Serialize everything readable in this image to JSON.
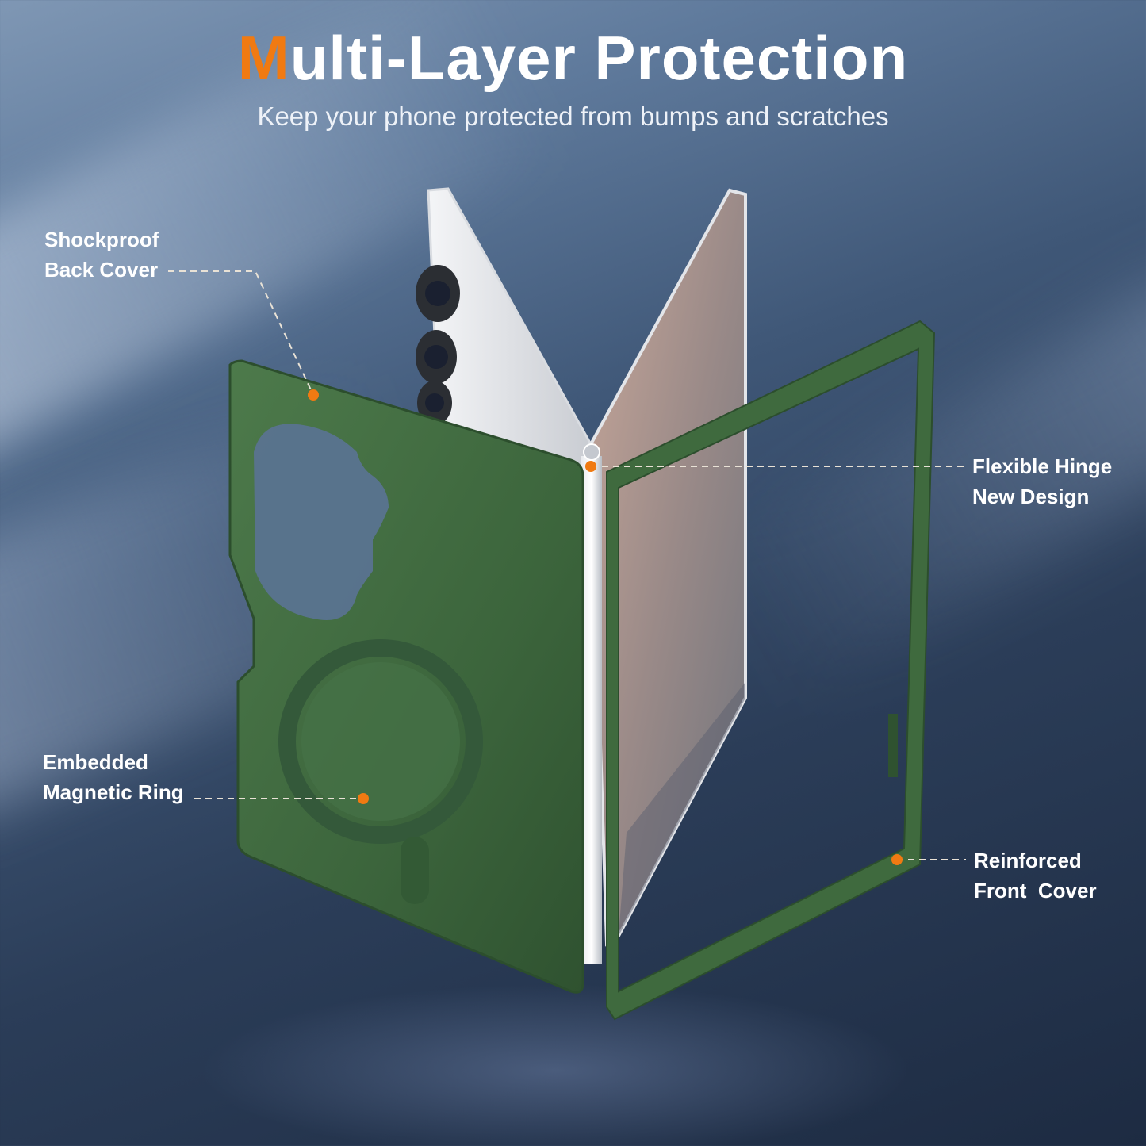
{
  "header": {
    "title_accent": "M",
    "title_rest": "ulti-Layer Protection",
    "subtitle": "Keep your phone protected from bumps and scratches"
  },
  "callouts": {
    "back_cover": {
      "line1": "Shockproof",
      "line2": "Back Cover"
    },
    "hinge": {
      "line1": "Flexible Hinge",
      "line2": "New Design"
    },
    "magnetic": {
      "line1": "Embedded",
      "line2": "Magnetic Ring"
    },
    "front_cover": {
      "line1": "Reinforced",
      "line2": "Front  Cover"
    }
  },
  "colors": {
    "accent": "#f07a12",
    "case_green": "#3f6a3e",
    "text": "#ffffff"
  }
}
